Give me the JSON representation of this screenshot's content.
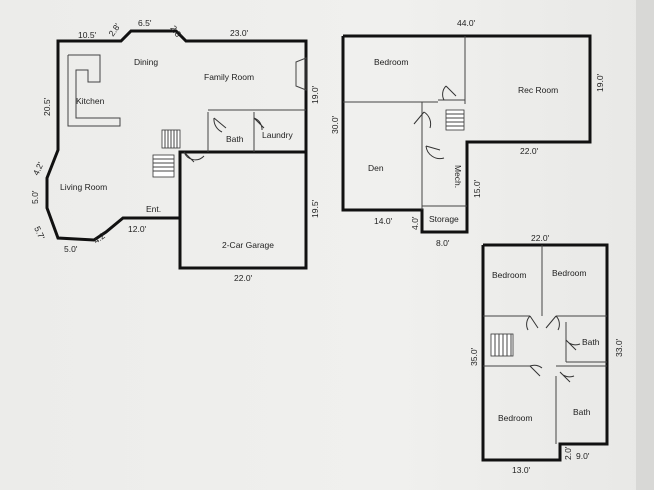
{
  "main_floor": {
    "rooms": {
      "dining": "Dining",
      "family_room": "Family Room",
      "kitchen": "Kitchen",
      "bath": "Bath",
      "laundry": "Laundry",
      "living_room": "Living Room",
      "entry": "Ent.",
      "garage": "2-Car Garage"
    },
    "dims": {
      "top_left": "10.5'",
      "angle_a": "2.8'",
      "top_mid": "6.5'",
      "angle_b": "2.8'",
      "top_right": "23.0'",
      "left_upper": "20.5'",
      "angle_c": "4.2'",
      "left_lower": "5.0'",
      "angle_d": "5.7'",
      "bottom_left": "5.0'",
      "angle_e": "4.2'",
      "entry_width": "12.0'",
      "right_upper": "19.0'",
      "right_lower": "19.5'",
      "garage_width": "22.0'"
    }
  },
  "lower_floor": {
    "rooms": {
      "bedroom": "Bedroom",
      "rec_room": "Rec Room",
      "den": "Den",
      "mech": "Mech.",
      "storage": "Storage"
    },
    "dims": {
      "top": "44.0'",
      "right": "19.0'",
      "left": "30.0'",
      "rec_bottom": "22.0'",
      "mech_side": "15.0'",
      "den_bottom": "14.0'",
      "storage_side": "4.0'",
      "storage_bottom": "8.0'"
    }
  },
  "upper_floor": {
    "rooms": {
      "bedroom_left": "Bedroom",
      "bedroom_right": "Bedroom",
      "bath_upper": "Bath",
      "bedroom_bottom": "Bedroom",
      "bath_lower": "Bath"
    },
    "dims": {
      "top": "22.0'",
      "left": "35.0'",
      "right": "33.0'",
      "bottom": "13.0'",
      "step_side": "2.0'",
      "step_bottom": "9.0'"
    }
  }
}
